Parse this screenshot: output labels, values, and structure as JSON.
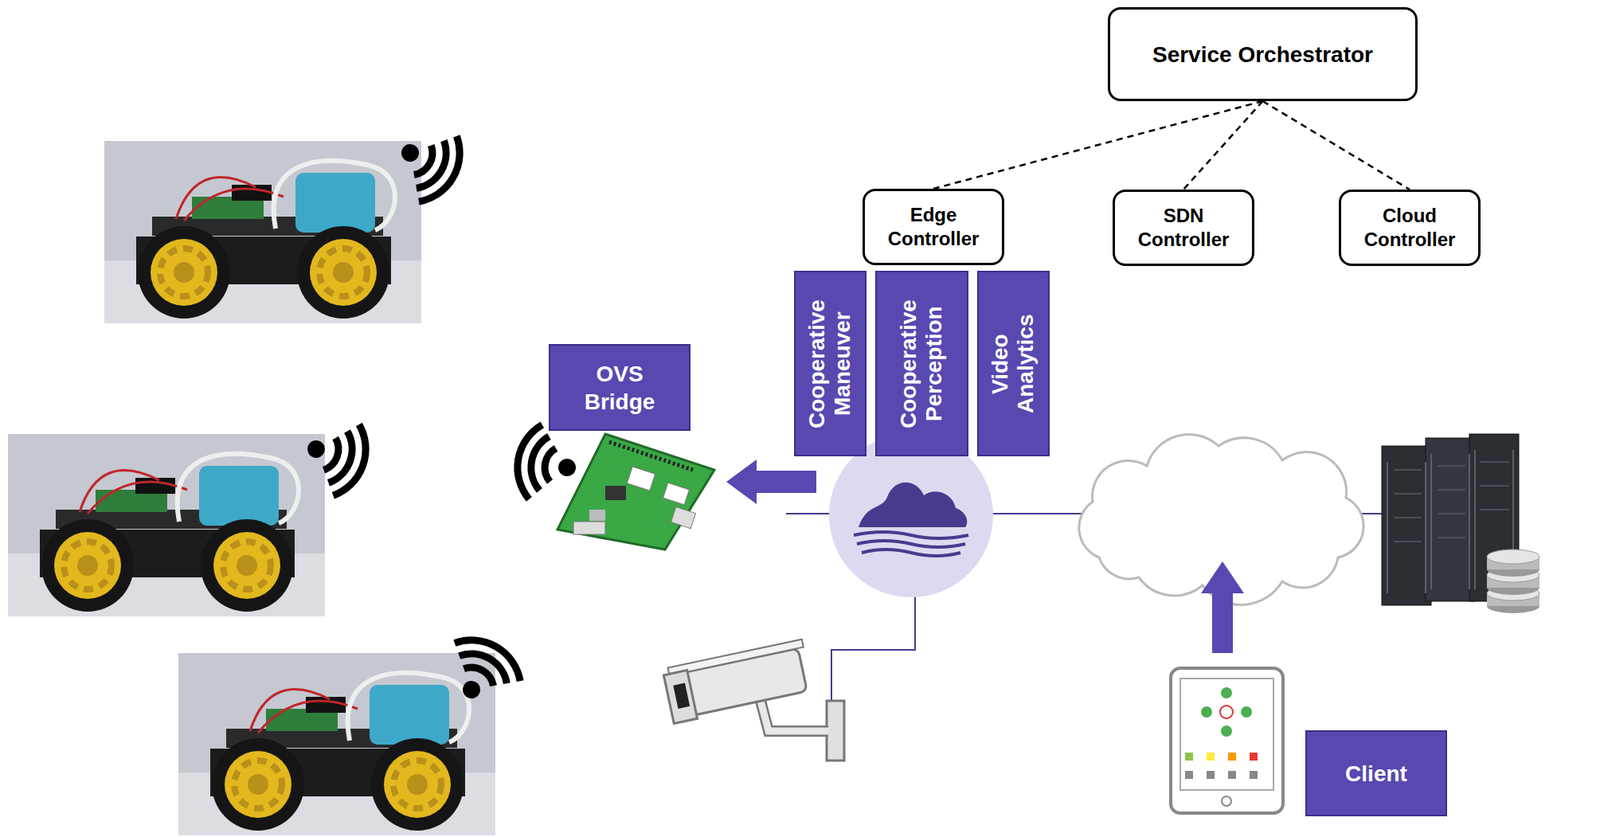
{
  "diagram": {
    "nodes": [
      {
        "text": [
          "Service Orchestrator"
        ]
      },
      {
        "text": [
          "Edge Controller"
        ]
      },
      {
        "text": [
          "SDN Controller"
        ]
      },
      {
        "text": [
          "Cloud Controller"
        ]
      },
      {
        "text": [
          "Cooperative Maneuver"
        ]
      },
      {
        "text": [
          "Cooperative Perception"
        ]
      },
      {
        "text": [
          "Video Analytics"
        ]
      },
      {
        "text": [
          "OVS Bridge"
        ]
      },
      {
        "text": [
          "Client"
        ]
      }
    ],
    "edges": [
      {
        "from": 0,
        "to": 1,
        "arrow": "none"
      },
      {
        "from": 0,
        "to": 2,
        "arrow": "none"
      },
      {
        "from": 0,
        "to": 3,
        "arrow": "none"
      }
    ]
  }
}
